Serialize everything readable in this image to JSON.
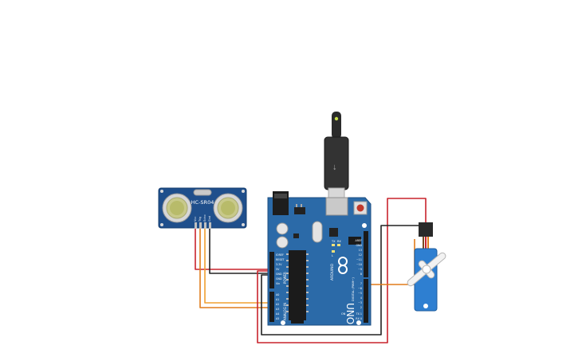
{
  "sensor": {
    "model": "HC-SR04",
    "pins": [
      "Vcc",
      "Trig",
      "Echo",
      "Gnd"
    ]
  },
  "arduino": {
    "brand": "ARDUINO",
    "model": "UNO",
    "power_label": "POWER",
    "analog_label": "ANALOG IN",
    "digital_label": "DIGITAL (PWM~)",
    "tx_label": "TX",
    "rx_label": "RX",
    "led_label": "L",
    "on_label": "ON",
    "aref_label": "AREF",
    "gnd_label": "GND",
    "power_pins": [
      "IOREF",
      "RESET",
      "3.3V",
      "5V",
      "GND",
      "GND",
      "Vin"
    ],
    "analog_pins": [
      "A0",
      "A1",
      "A2",
      "A3",
      "A4",
      "A5"
    ],
    "digital_pins": [
      "13",
      "12",
      "~11",
      "~10",
      "~9",
      "8",
      "7",
      "~6",
      "~5",
      "4",
      "~3",
      "2",
      "TX 1",
      "RX 0"
    ]
  },
  "wires": {
    "red": "#c8232c",
    "black": "#222222",
    "orange": "#e07b1a",
    "yellow_orange": "#f0a030"
  },
  "colors": {
    "board": "#2b6aa8",
    "board_dark": "#1d4f82",
    "sensor_pcb": "#1f4f8c",
    "servo_body": "#2e7fd1",
    "usb": "#2a2a2a"
  }
}
